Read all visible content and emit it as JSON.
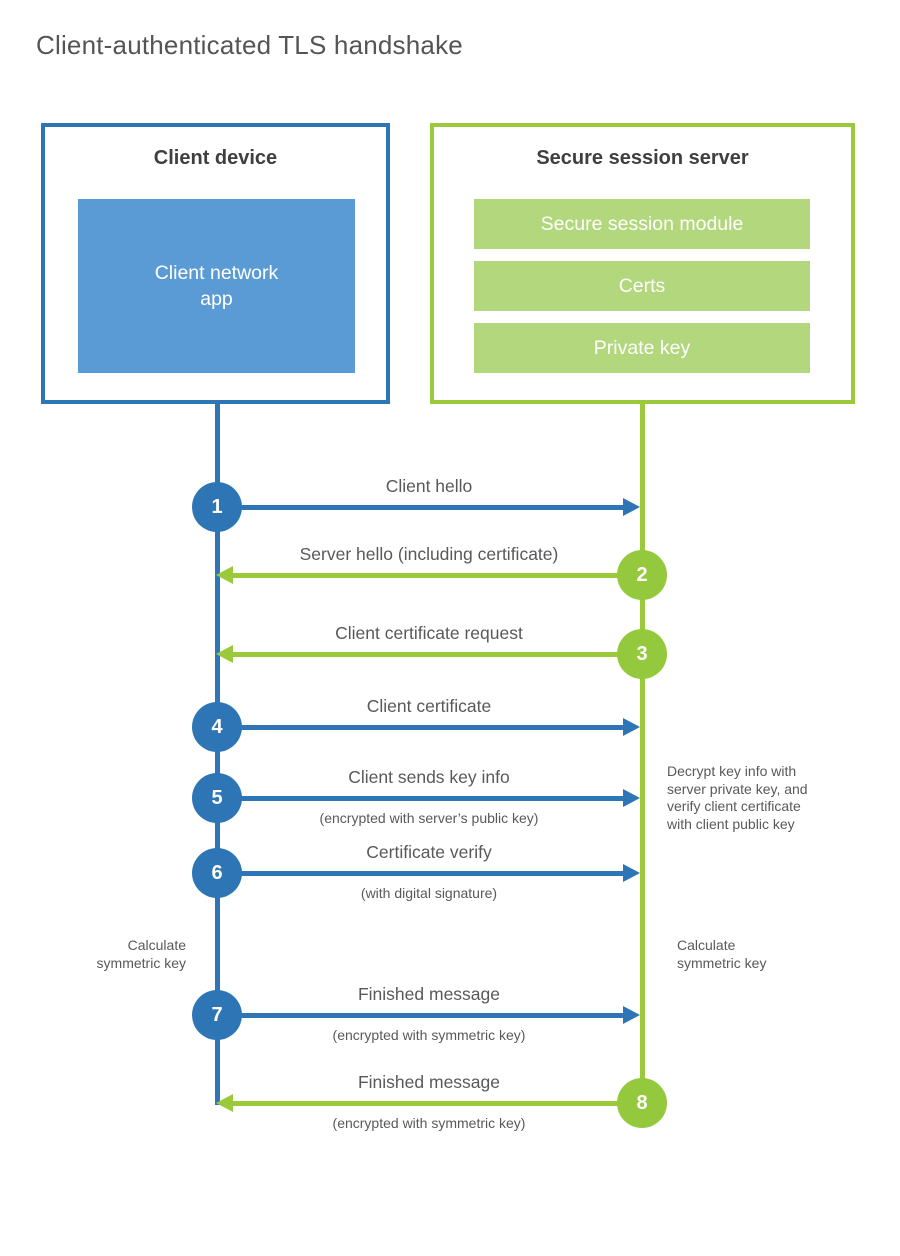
{
  "title": "Client-authenticated TLS handshake",
  "client": {
    "header": "Client device",
    "app_label": "Client network app"
  },
  "server": {
    "header": "Secure session server",
    "modules": [
      "Secure session module",
      "Certs",
      "Private key"
    ]
  },
  "steps": [
    {
      "num": "1",
      "from": "client",
      "direction": "client-to-server",
      "label": "Client hello",
      "sublabel": ""
    },
    {
      "num": "2",
      "from": "server",
      "direction": "server-to-client",
      "label": "Server hello (including certificate)",
      "sublabel": ""
    },
    {
      "num": "3",
      "from": "server",
      "direction": "server-to-client",
      "label": "Client certificate request",
      "sublabel": ""
    },
    {
      "num": "4",
      "from": "client",
      "direction": "client-to-server",
      "label": "Client certificate",
      "sublabel": ""
    },
    {
      "num": "5",
      "from": "client",
      "direction": "client-to-server",
      "label": "Client sends key info",
      "sublabel": "(encrypted with server’s public key)"
    },
    {
      "num": "6",
      "from": "client",
      "direction": "client-to-server",
      "label": "Certificate verify",
      "sublabel": "(with digital signature)"
    },
    {
      "num": "7",
      "from": "client",
      "direction": "client-to-server",
      "label": "Finished message",
      "sublabel": "(encrypted with symmetric key)"
    },
    {
      "num": "8",
      "from": "server",
      "direction": "server-to-client",
      "label": "Finished message",
      "sublabel": "(encrypted with symmetric key)"
    }
  ],
  "notes": {
    "server_decrypt": "Decrypt key info with server private key, and verify client certificate with client public key",
    "client_calculate": "Calculate symmetric key",
    "server_calculate": "Calculate symmetric key"
  },
  "colors": {
    "blue": "#2e75b6",
    "blue-fill": "#5b9bd5",
    "green": "#9aca3c",
    "green-fill": "#b2d77c",
    "green-circle": "#94c93d",
    "text-dark": "#3f3f3f",
    "text-gray": "#595959"
  }
}
